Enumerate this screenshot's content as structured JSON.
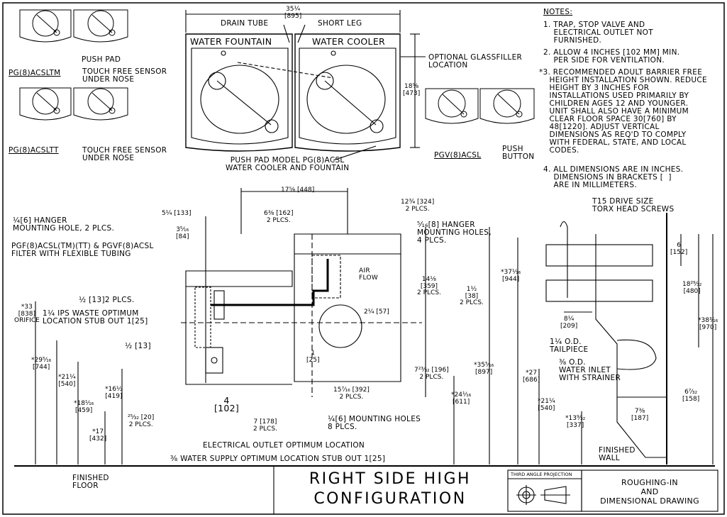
{
  "views": {
    "pg_acsltm": "PG(8)ACSLTM",
    "pg_acsltt": "PG(8)ACSLTT",
    "pgv_acsl": "PGV(8)ACSL",
    "push_pad": "PUSH PAD",
    "touch_free_1": "TOUCH FREE SENSOR\nUNDER NOSE",
    "touch_free_2": "TOUCH FREE SENSOR\nUNDER NOSE",
    "push_button": "PUSH\nBUTTON",
    "water_fountain": "WATER FOUNTAIN",
    "water_cooler": "WATER COOLER",
    "drain_tube": "DRAIN TUBE",
    "short_leg": "SHORT LEG",
    "glassfiller": "OPTIONAL GLASSFILLER\nLOCATION",
    "model_caption": "PUSH PAD MODEL PG(8)ACSL\nWATER COOLER AND FOUNTAIN",
    "top_width": "35¼\n[895]",
    "top_height": "18⅝\n[473]"
  },
  "notes": {
    "heading": "NOTES:",
    "n1": "1. TRAP, STOP VALVE AND\n    ELECTRICAL OUTLET NOT\n    FURNISHED.",
    "n2": "2. ALLOW 4 INCHES [102 MM] MIN.\n    PER SIDE FOR VENTILATION.",
    "n3": "*3. RECOMMENDED ADULT BARRIER FREE\n    HEIGHT INSTALLATION SHOWN. REDUCE\n    HEIGHT BY 3 INCHES FOR\n    INSTALLATIONS USED PRIMARILY BY\n    CHILDREN AGES 12 AND YOUNGER.\n    UNIT SHALL ALSO HAVE A MINIMUM\n    CLEAR FLOOR SPACE 30[760] BY\n    48[1220]. ADJUST VERTICAL\n    DIMENSIONS AS REQ'D TO COMPLY\n    WITH FEDERAL, STATE, AND LOCAL\n    CODES.",
    "n4": "4. ALL DIMENSIONS ARE IN INCHES.\n    DIMENSIONS IN BRACKETS [  ]\n    ARE IN MILLIMETERS."
  },
  "front": {
    "hanger_hole": "¼[6] HANGER\nMOUNTING HOLE, 2 PLCS.",
    "filter": "PGF(8)ACSL(TM)(TT) & PGVF(8)ACSL\nFILTER WITH FLEXIBLE TUBING",
    "half_2plcs": "½ [13]2 PLCS.",
    "ips_waste": "1¼ IPS WASTE OPTIMUM\nLOCATION STUB OUT 1[25]",
    "half_13": "½ [13]",
    "d_5_25": "5¼ [133]",
    "d_3_5_16": "3⁵⁄₁₆\n[84]",
    "d_17_5_8": "17⅝ [448]",
    "d_6_3_8": "6⅜ [162]\n2 PLCS.",
    "d_12_3_4": "12¾ [324]\n2 PLCS.",
    "hanger_holes_4": "⁵⁄₁₆[8] HANGER\nMOUNTING HOLES,\n4 PLCS.",
    "air_flow": "AIR\nFLOW",
    "d_14_1_8": "14⅛\n[359]\n2 PLCS.",
    "d_1_5": "1½\n[38]\n2 PLCS.",
    "d_2_25": "2¼ [57]",
    "d_33": "*33\n[838]\nORIFICE",
    "d_29_5_16": "*29⁵⁄₁₆\n[744]",
    "d_21_25": "*21¼\n[540]",
    "d_18_1_16": "*18¹⁄₁₆\n[459]",
    "d_16_5": "*16½\n[419]",
    "d_17": "*17\n[432]",
    "d_25_32": "²⁵⁄₃₂ [20]\n2 PLCS.",
    "d_4": "4\n[102]",
    "d_7": "7 [178]\n2 PLCS.",
    "d_1": "1\n[25]",
    "d_15_7_16": "15⁷⁄₁₆ [392]\n2 PLCS.",
    "d_7_23_32": "7²³⁄₃₂ [196]\n2 PLCS.",
    "d_35_5_16": "*35⁵⁄₁₆\n[897]",
    "d_24_1_16": "*24¹⁄₁₆\n[611]",
    "mount_holes_8": "¼[6] MOUNTING HOLES\n8 PLCS.",
    "electrical": "ELECTRICAL OUTLET OPTIMUM LOCATION",
    "water_supply": "⅜ WATER SUPPLY OPTIMUM LOCATION STUB OUT 1[25]",
    "finished_floor": "FINISHED\nFLOOR"
  },
  "side": {
    "t15": "T15 DRIVE SIZE\nTORX HEAD SCREWS",
    "d_37_1_16": "*37¹⁄₁₆\n[944]",
    "d_6": "6\n[152]",
    "d_18_29_32": "18²⁹⁄₃₂\n[480]",
    "d_38_3_16": "*38³⁄₁₆\n[970]",
    "d_8_25": "8¼\n[209]",
    "tailpiece": "1¼ O.D.\nTAILPIECE",
    "water_inlet": "⅜ O.D.\nWATER INLET\nWITH STRAINER",
    "d_27": "*27\n[686]",
    "d_21_25": "*21¼\n[540]",
    "d_13_9_32": "*13⁹⁄₃₂\n[337]",
    "d_6_7_32": "6⁷⁄₃₂\n[158]",
    "d_7_3_8": "7⅜\n[187]",
    "finished_wall": "FINISHED\nWALL"
  },
  "title_block": {
    "title": "RIGHT SIDE HIGH\nCONFIGURATION",
    "projection": "THIRD ANGLE PROJECTION",
    "drawing_type": "ROUGHING-IN\nAND\nDIMENSIONAL DRAWING"
  }
}
